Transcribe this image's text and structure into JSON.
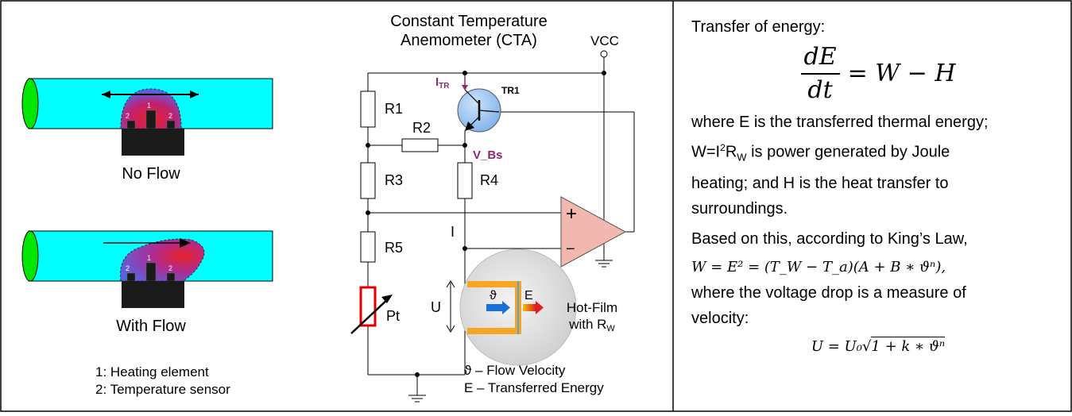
{
  "left_panel": {
    "labels": {
      "no_flow": "No Flow",
      "with_flow": "With Flow",
      "legend_1": "1: Heating element",
      "legend_2": "2: Temperature sensor",
      "num_1": "1",
      "num_2": "2"
    }
  },
  "circuit": {
    "title_line1": "Constant Temperature",
    "title_line2": "Anemometer (CTA)",
    "vcc": "VCC",
    "itr_main": "I",
    "itr_sub": "TR",
    "tr1": "TR1",
    "r1": "R1",
    "r2": "R2",
    "r3": "R3",
    "r4": "R4",
    "r5": "R5",
    "v_bs": "V_Bs",
    "i_label": "I",
    "plus": "+",
    "minus": "−",
    "pt": "Pt",
    "u": "U",
    "theta": "ϑ",
    "e": "E",
    "hot_film_1": "Hot-Film",
    "hot_film_2a": "with R",
    "hot_film_2b": "W",
    "flow_velocity": "ϑ – Flow Velocity",
    "transferred_energy": "E – Transferred Energy"
  },
  "text_panel": {
    "transfer_heading": "Transfer of energy:",
    "eq1_num": "dE",
    "eq1_den": "dt",
    "eq1_rest": "= W − H",
    "where_e": "where E is the transferred thermal energy;",
    "w_def_a": "W=I",
    "w_def_sup": "2",
    "w_def_b": "R",
    "w_def_sub": "W",
    "w_def_c": " is power generated by Joule",
    "w_def_line2": "heating; and H is the heat transfer to",
    "w_def_line3": "surroundings.",
    "kings_law": "Based on this, according to King’s Law,",
    "eq2": "W = E² = (T_W − T_a)(A + B ∗ ϑⁿ),",
    "voltage_line1": "where the voltage drop is a measure of",
    "voltage_line2": "velocity:",
    "eq3_lhs": "U = U₀",
    "eq3_sqrt": "1 + k ∗ ϑⁿ"
  },
  "colors": {
    "pipe": "#00ffff",
    "pipe_end": "#00dd00",
    "sensor_body": "#1a1a1a",
    "heat_red": "#e8232a",
    "heat_blue": "#5a62e0",
    "transistor": "#9fc8f3",
    "opamp": "#f2b8b0",
    "label_purple": "#8b2a6a",
    "pt_red": "#e00000",
    "hot_film_arms": "#f5a623"
  }
}
